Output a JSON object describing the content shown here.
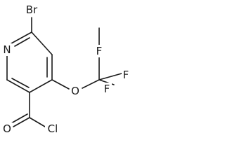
{
  "molecule": {
    "atoms": {
      "bromine": "Br",
      "nitrogen": "N",
      "oxygen_ether": "O",
      "fluorine_top": "F",
      "fluorine_right": "F",
      "fluorine_bottom": "F",
      "oxygen_carbonyl": "O",
      "chlorine": "Cl"
    }
  }
}
